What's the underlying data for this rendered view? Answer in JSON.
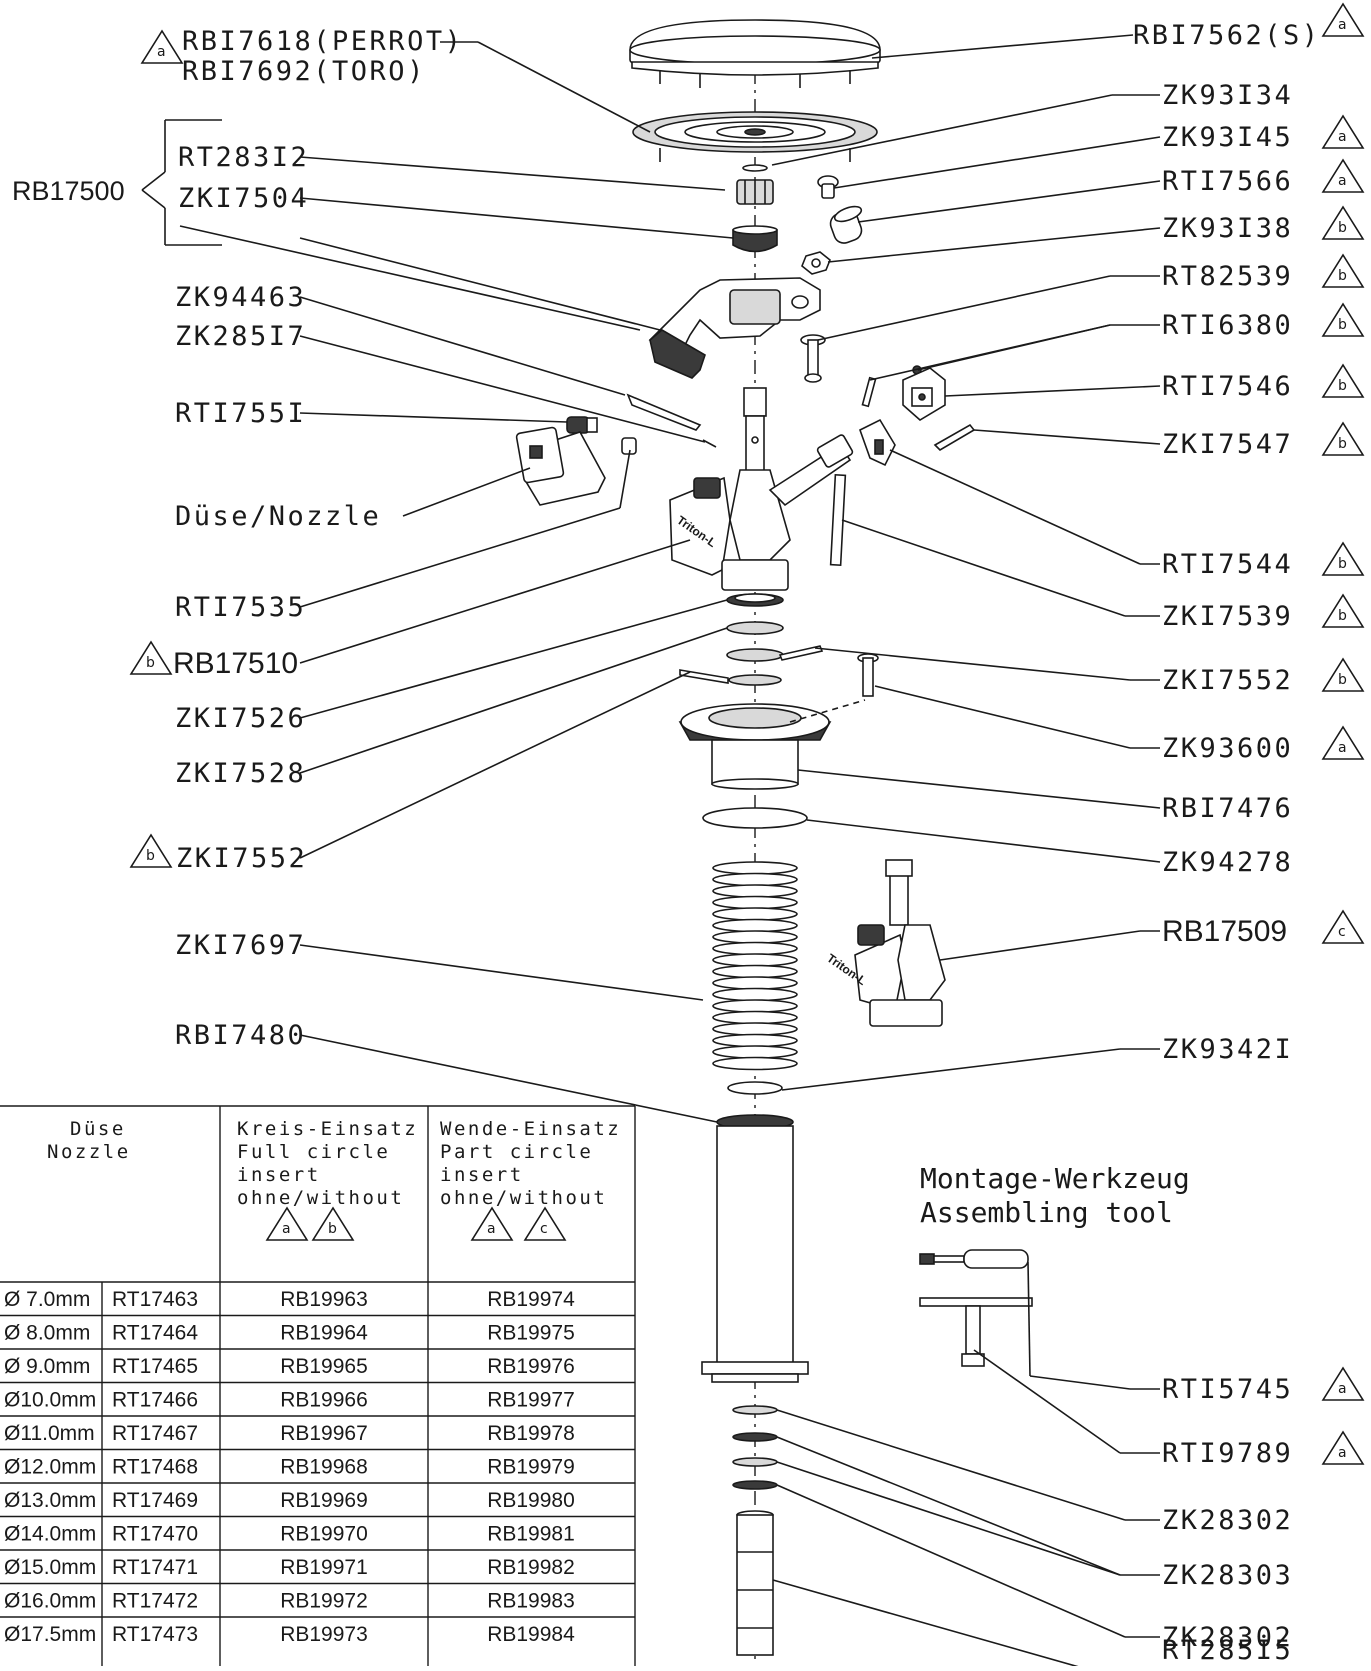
{
  "labels": {
    "perrot": "RBI7618(PERROT)",
    "toro": "RBI7692(TORO)",
    "rb17562": "RBI7562(S)",
    "zk93134": "ZK93I34",
    "zk93145": "ZK93I45",
    "rt17566": "RTI7566",
    "zk93138": "ZK93I38",
    "rt82539": "RT82539",
    "rt16380": "RTI6380",
    "rt17546": "RTI7546",
    "zk17547": "ZKI7547",
    "rt17544": "RTI7544",
    "zk17539": "ZKI7539",
    "zk17552_r": "ZKI7552",
    "zk93600": "ZK93600",
    "rb17476": "RBI7476",
    "zk94278": "ZK94278",
    "rb17509": "RB17509",
    "zk93421": "ZK9342I",
    "zk28302_a": "ZK28302",
    "zk28303": "ZK28303",
    "zk28302_b": "ZK28302",
    "rt28515": "RT285I5",
    "rt15745": "RTI5745",
    "rt19789": "RTI9789",
    "rb17500": "RB17500",
    "rt28312": "RT283I2",
    "zk17504": "ZKI7504",
    "zk94463": "ZK94463",
    "zk28517": "ZK285I7",
    "rt17551": "RTI755I",
    "nozzle": "Düse/Nozzle",
    "rt17535": "RTI7535",
    "rb17510": "RB17510",
    "zk17526": "ZKI7526",
    "zk17528": "ZKI7528",
    "zk17552_l": "ZKI7552",
    "zk17697": "ZKI7697",
    "rb17480": "RBI7480",
    "tool_de": "Montage-Werkzeug",
    "tool_en": "Assembling tool",
    "brand_1": "Triton-L",
    "brand_2": "Triton-L"
  },
  "marks": {
    "a": "a",
    "b": "b",
    "c": "c"
  },
  "table": {
    "col1_de": "Düse",
    "col1_en": "Nozzle",
    "col2": [
      "Kreis-Einsatz",
      "Full circle",
      "insert",
      "ohne/without"
    ],
    "col3": [
      "Wende-Einsatz",
      "Part circle",
      "insert",
      "ohne/without"
    ],
    "col2_marks": [
      "a",
      "b"
    ],
    "col3_marks": [
      "a",
      "c"
    ],
    "rows": [
      {
        "size": "Ø 7.0mm",
        "nozzle": "RT17463",
        "full": "RB19963",
        "part": "RB19974"
      },
      {
        "size": "Ø 8.0mm",
        "nozzle": "RT17464",
        "full": "RB19964",
        "part": "RB19975"
      },
      {
        "size": "Ø 9.0mm",
        "nozzle": "RT17465",
        "full": "RB19965",
        "part": "RB19976"
      },
      {
        "size": "Ø10.0mm",
        "nozzle": "RT17466",
        "full": "RB19966",
        "part": "RB19977"
      },
      {
        "size": "Ø11.0mm",
        "nozzle": "RT17467",
        "full": "RB19967",
        "part": "RB19978"
      },
      {
        "size": "Ø12.0mm",
        "nozzle": "RT17468",
        "full": "RB19968",
        "part": "RB19979"
      },
      {
        "size": "Ø13.0mm",
        "nozzle": "RT17469",
        "full": "RB19969",
        "part": "RB19980"
      },
      {
        "size": "Ø14.0mm",
        "nozzle": "RT17470",
        "full": "RB19970",
        "part": "RB19981"
      },
      {
        "size": "Ø15.0mm",
        "nozzle": "RT17471",
        "full": "RB19971",
        "part": "RB19982"
      },
      {
        "size": "Ø16.0mm",
        "nozzle": "RT17472",
        "full": "RB19972",
        "part": "RB19983"
      },
      {
        "size": "Ø17.5mm",
        "nozzle": "RT17473",
        "full": "RB19973",
        "part": "RB19984"
      }
    ]
  }
}
